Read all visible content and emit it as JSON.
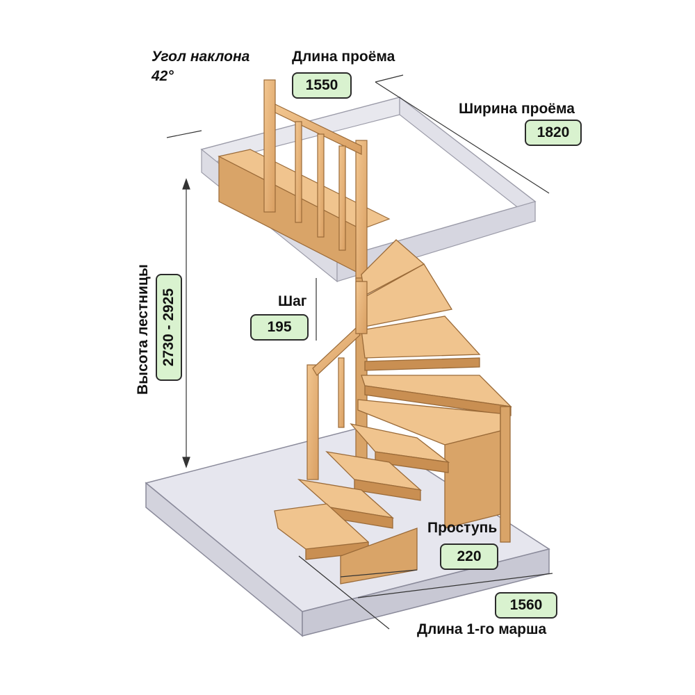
{
  "labels": {
    "slope_title": "Угол наклона",
    "slope_value": "42°",
    "opening_length_title": "Длина проёма",
    "opening_length_value": "1550",
    "opening_width_title": "Ширина проёма",
    "opening_width_value": "1820",
    "stair_height_title": "Высота лестницы",
    "stair_height_value": "2730 - 2925",
    "step_title": "Шаг",
    "step_value": "195",
    "tread_title": "Проступь",
    "tread_value": "220",
    "first_flight_title": "Длина 1-го марша",
    "first_flight_value": "1560"
  },
  "colors": {
    "wood": "#e8b47a",
    "wood_dark": "#c98f52",
    "wood_edge": "#9a6a38",
    "slab": "#dcdce6",
    "slab_edge": "#8a8a9a",
    "badge": "#d9f2cf"
  }
}
